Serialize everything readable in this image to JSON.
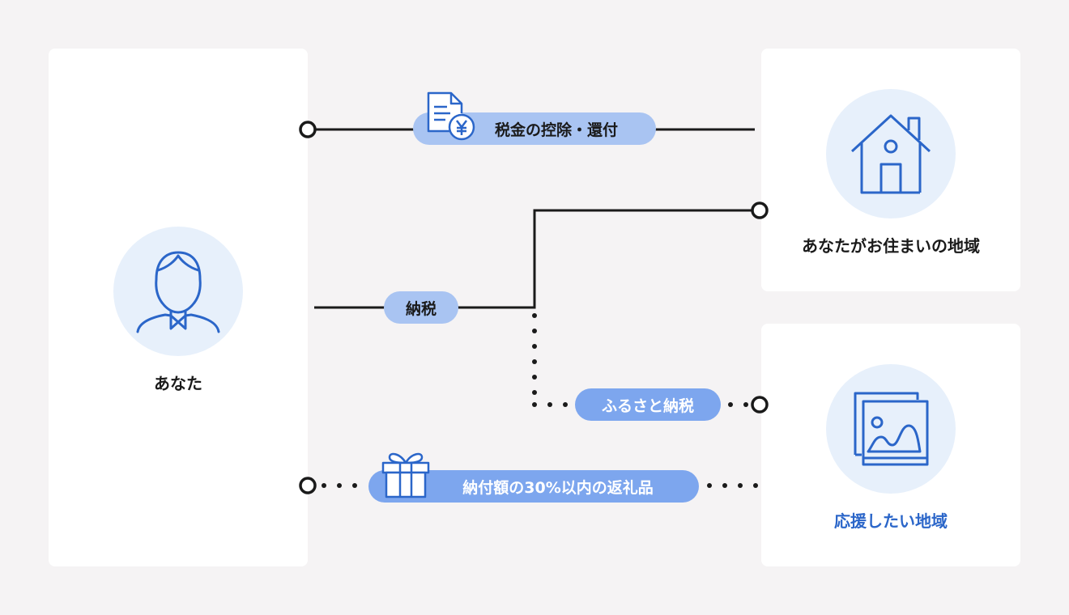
{
  "nodes": {
    "you": {
      "label": "あなた"
    },
    "home_region": {
      "label": "あなたがお住まいの地域"
    },
    "support_region": {
      "label": "応援したい地域"
    }
  },
  "flows": {
    "refund": {
      "label": "税金の控除・還付",
      "icon": "tax-document-yen-icon"
    },
    "tax": {
      "label": "納税"
    },
    "furusato": {
      "label": "ふるさと納税"
    },
    "gift": {
      "label": "納付額の30%以内の返礼品",
      "icon": "gift-box-icon"
    }
  },
  "icons": {
    "you": "person-icon",
    "home_region": "house-icon",
    "support_region": "landscape-picture-icon"
  },
  "colors": {
    "background": "#f5f3f4",
    "panel": "#ffffff",
    "icon_circle": "#e7f0fb",
    "icon_stroke": "#2b66c9",
    "pill_light": "#a9c4f2",
    "pill_dark": "#7da6ee",
    "line": "#1a1a1a",
    "support_label": "#2b66c9"
  }
}
